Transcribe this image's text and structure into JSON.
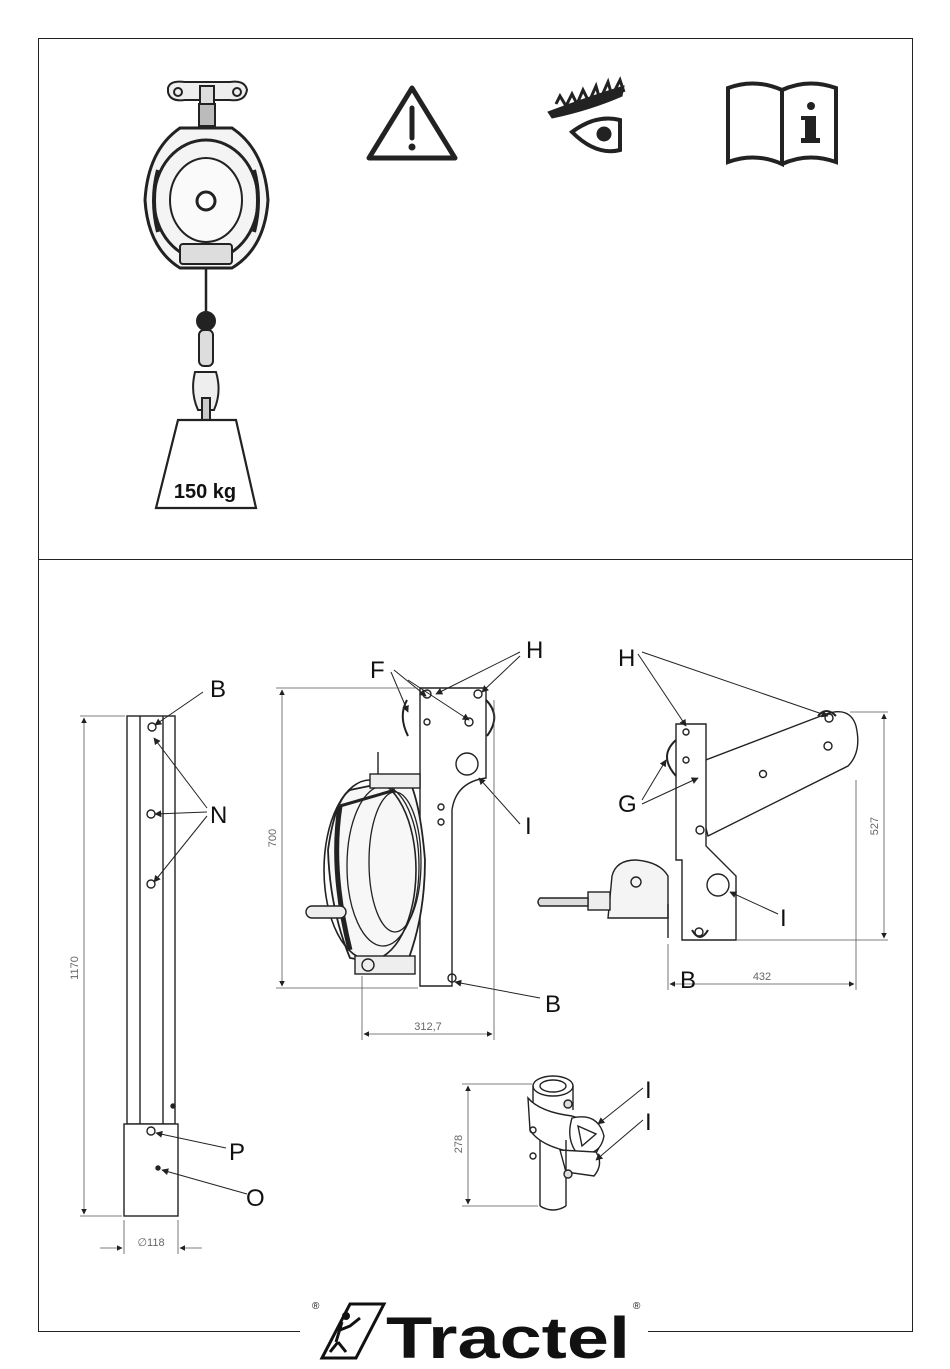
{
  "top": {
    "weight_label": "150 kg",
    "icons": [
      "fall-arrester-device-icon",
      "warning-triangle-icon",
      "inspect-eye-icon",
      "read-manual-icon"
    ]
  },
  "bottom": {
    "post": {
      "labels": {
        "b": "B",
        "n": "N",
        "p": "P",
        "o": "O"
      },
      "dims": {
        "height": "1170",
        "diameter": "∅118"
      }
    },
    "bracket_side": {
      "labels": {
        "f": "F",
        "h": "H",
        "i": "I",
        "b": "B"
      },
      "dims": {
        "height": "700",
        "width": "312,7"
      }
    },
    "bracket_arm": {
      "labels": {
        "h": "H",
        "g": "G",
        "i": "I",
        "b": "B"
      },
      "dims": {
        "height": "527",
        "width": "432"
      }
    },
    "clamp": {
      "labels": {
        "i1": "I",
        "i2": "I"
      },
      "dims": {
        "height": "278"
      }
    }
  },
  "footer": {
    "brand": "Tractel",
    "registered_mark": "®"
  }
}
